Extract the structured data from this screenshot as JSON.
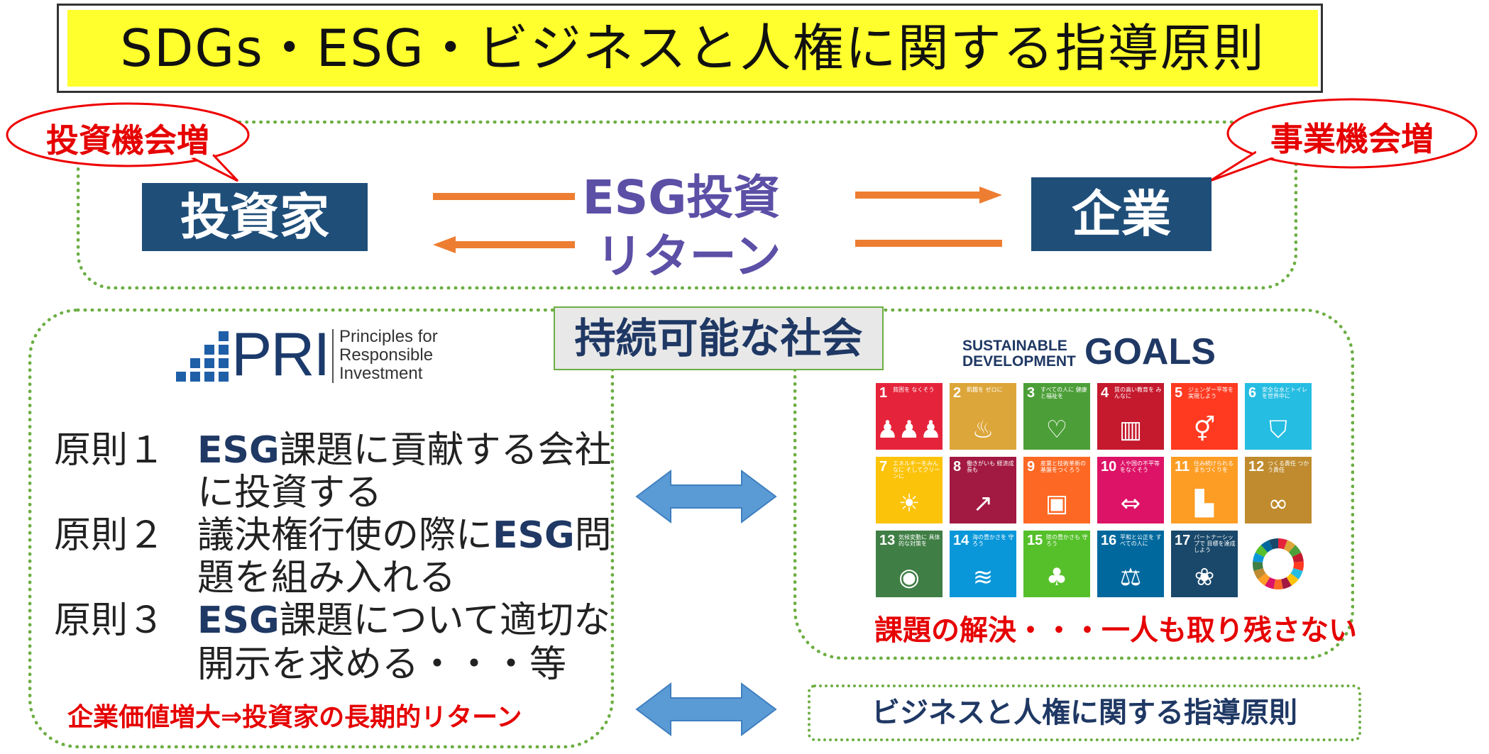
{
  "title": "SDGs・ESG・ビジネスと人権に関する指導原則",
  "top": {
    "bubble_left": "投資機会増",
    "bubble_right": "事業機会増",
    "investor": "投資家",
    "company": "企業",
    "esg_investment": "ESG投資",
    "return": "リターン"
  },
  "society_label": "持続可能な社会",
  "pri": {
    "logo_text": "PRI",
    "logo_sub1": "Principles for",
    "logo_sub2": "Responsible",
    "logo_sub3": "Investment",
    "p1_label": "原則１",
    "p1_esg": "ESG",
    "p1_text_a": "課題に貢献する会社",
    "p1_text_b": "に投資する",
    "p2_label": "原則２",
    "p2_text_a": "議決権行使の際に",
    "p2_esg": "ESG",
    "p2_text_a2": "問",
    "p2_text_b": "題を組み入れる",
    "p3_label": "原則３",
    "p3_esg": "ESG",
    "p3_text_a": "課題について適切な",
    "p3_text_b": "開示を求める・・・等",
    "footer": "企業価値増大⇒投資家の長期的リターン"
  },
  "sdgs": {
    "logo_line1": "SUSTAINABLE",
    "logo_line2": "DEVELOPMENT",
    "logo_goals": "GOALS",
    "tiles": [
      {
        "num": "1",
        "text": "貧困を なくそう",
        "color": "#e5243b",
        "icon": "♟♟♟"
      },
      {
        "num": "2",
        "text": "飢餓を ゼロに",
        "color": "#dda63a",
        "icon": "♨"
      },
      {
        "num": "3",
        "text": "すべての人に 健康と福祉を",
        "color": "#4c9f38",
        "icon": "♡"
      },
      {
        "num": "4",
        "text": "質の高い教育を みんなに",
        "color": "#c5192d",
        "icon": "▥"
      },
      {
        "num": "5",
        "text": "ジェンダー平等を 実現しよう",
        "color": "#ff3a21",
        "icon": "⚥"
      },
      {
        "num": "6",
        "text": "安全な水とトイレ を世界中に",
        "color": "#26bde2",
        "icon": "⛉"
      },
      {
        "num": "7",
        "text": "エネルギーをみんなに そしてクリーンに",
        "color": "#fcc30b",
        "icon": "☀"
      },
      {
        "num": "8",
        "text": "働きがいも 経済成長も",
        "color": "#a21942",
        "icon": "↗"
      },
      {
        "num": "9",
        "text": "産業と技術革新の 基盤をつくろう",
        "color": "#fd6925",
        "icon": "▣"
      },
      {
        "num": "10",
        "text": "人や国の不平等 をなくそう",
        "color": "#dd1367",
        "icon": "⇔"
      },
      {
        "num": "11",
        "text": "住み続けられる まちづくりを",
        "color": "#fd9d24",
        "icon": "▙"
      },
      {
        "num": "12",
        "text": "つくる責任 つかう責任",
        "color": "#bf8b2e",
        "icon": "∞"
      },
      {
        "num": "13",
        "text": "気候変動に 具体的な対策を",
        "color": "#3f7e44",
        "icon": "◉"
      },
      {
        "num": "14",
        "text": "海の豊かさを 守ろう",
        "color": "#0a97d9",
        "icon": "≋"
      },
      {
        "num": "15",
        "text": "陸の豊かさも 守ろう",
        "color": "#56c02b",
        "icon": "♣"
      },
      {
        "num": "16",
        "text": "平和と公正を すべての人に",
        "color": "#00689d",
        "icon": "⚖"
      },
      {
        "num": "17",
        "text": "パートナーシップで 目標を達成しよう",
        "color": "#19486a",
        "icon": "❀"
      },
      {
        "num": "",
        "text": "",
        "color": "#ffffff",
        "icon": ""
      }
    ],
    "caption": "課題の解決・・・一人も取り残さない"
  },
  "business_human_rights": "ビジネスと人権に関する指導原則",
  "colors": {
    "title_bg": "#ffff2e",
    "dark_box": "#1f4e79",
    "orange_arrow": "#ed7d31",
    "blue_arrow": "#5b9bd5",
    "dotted_border": "#6cae43",
    "red_text": "#e60000",
    "purple_text": "#5b4fa6"
  }
}
